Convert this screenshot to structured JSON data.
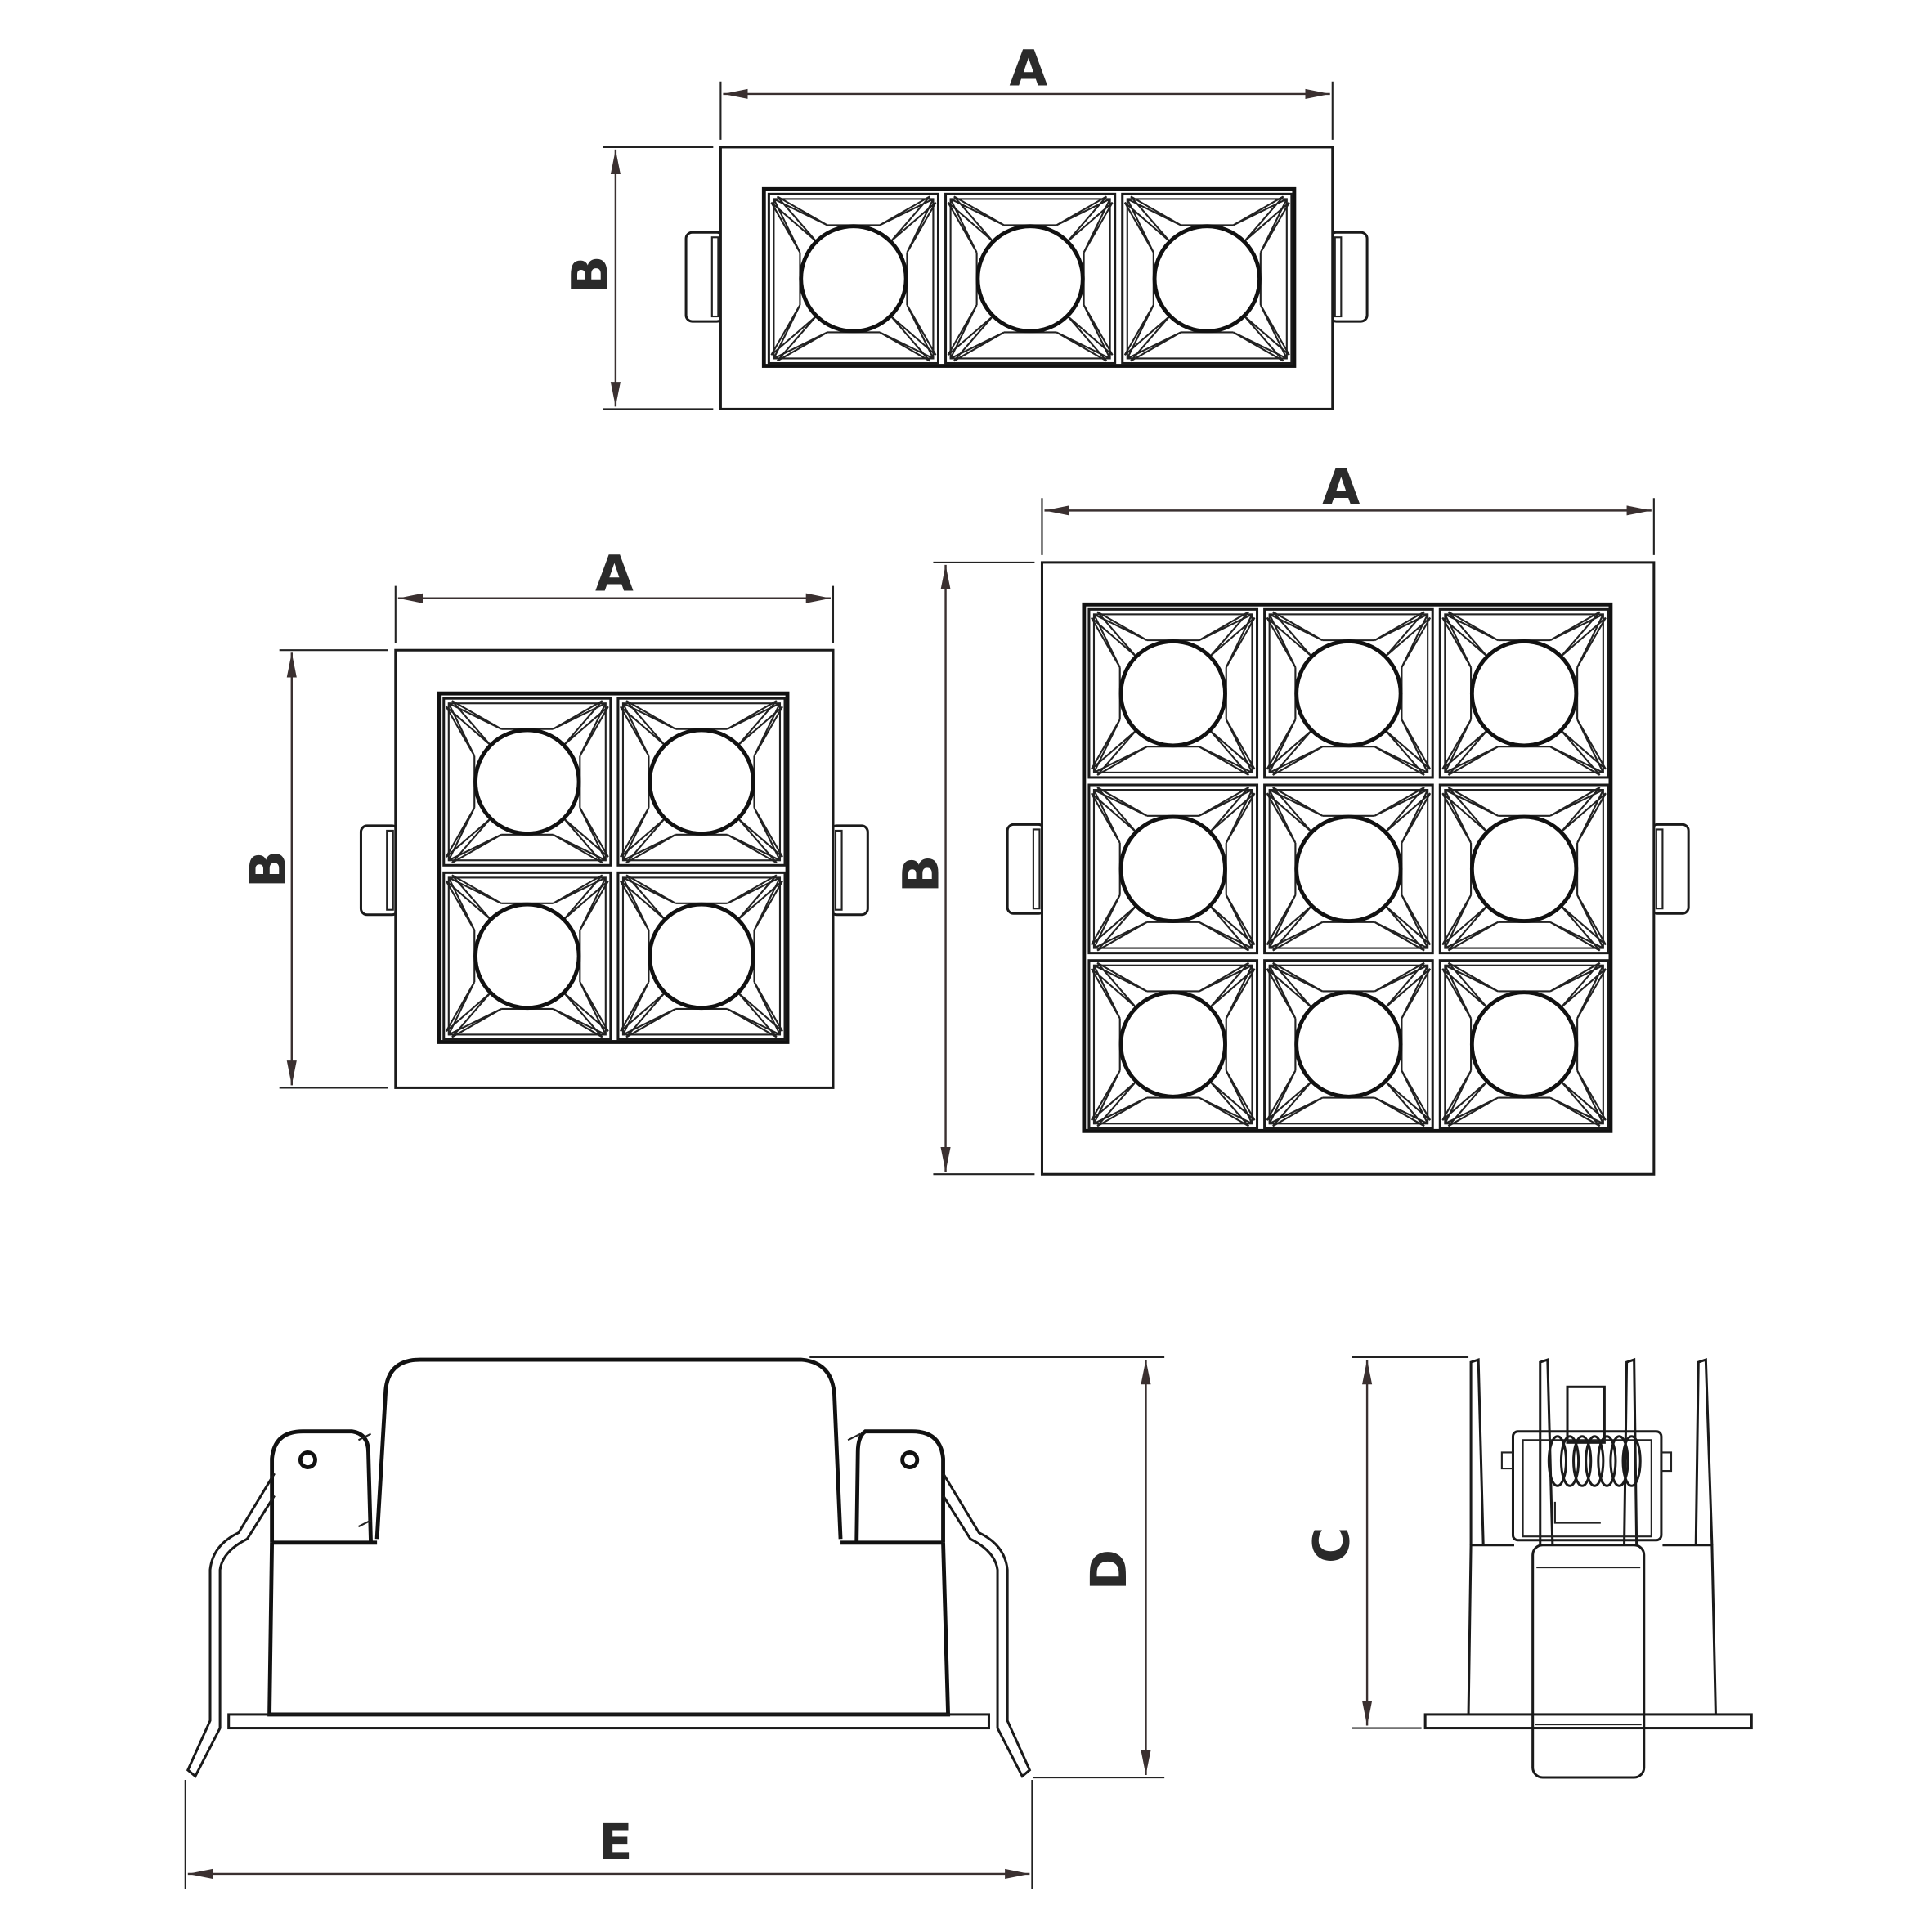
{
  "drawing": {
    "views": [
      {
        "id": "top-view-1x3",
        "rows": 1,
        "cols": 3,
        "labels": {
          "width": "A",
          "height": "B"
        }
      },
      {
        "id": "top-view-2x2",
        "rows": 2,
        "cols": 2,
        "labels": {
          "width": "A",
          "height": "B"
        }
      },
      {
        "id": "top-view-3x3",
        "rows": 3,
        "cols": 3,
        "labels": {
          "width": "A",
          "height": "B"
        }
      }
    ],
    "side_view": {
      "labels": {
        "height": "D",
        "width": "E"
      }
    },
    "end_view": {
      "labels": {
        "height": "C"
      }
    },
    "colors": {
      "line": "#1a1a1a",
      "dimension": "#3a3030"
    }
  }
}
